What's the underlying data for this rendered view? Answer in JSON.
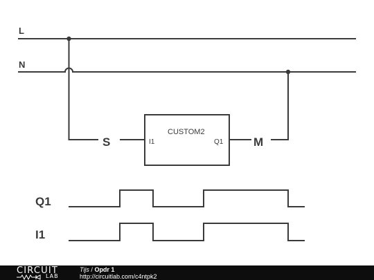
{
  "diagram": {
    "rails": {
      "line_label": "L",
      "neutral_label": "N"
    },
    "block": {
      "name": "CUSTOM2",
      "input_pin": "I1",
      "output_pin": "Q1"
    },
    "switch_label": "S",
    "motor_label": "M",
    "timing": {
      "signals": [
        {
          "name": "Q1",
          "levels": [
            0,
            1,
            0,
            1,
            0
          ]
        },
        {
          "name": "I1",
          "levels": [
            0,
            1,
            0,
            1,
            0
          ]
        }
      ]
    }
  },
  "footer": {
    "logo_top": "CIRCUIT",
    "logo_bottom": "LAB",
    "author": "Tijs",
    "separator": " / ",
    "title": "Opdr 1",
    "url": "http://circuitlab.com/c4ntpk2"
  },
  "colors": {
    "wire": "#3a3a3a",
    "footer_bg": "#0d0d0d",
    "footer_text": "#ffffff"
  }
}
